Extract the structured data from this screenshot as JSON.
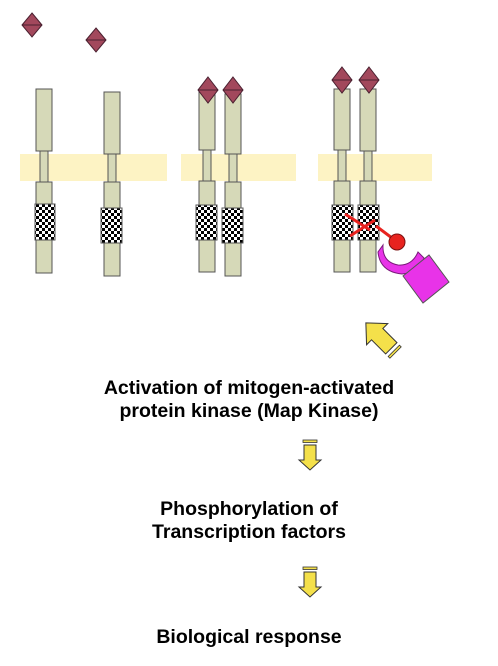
{
  "colors": {
    "receptor_fill": "#d6d9b8",
    "receptor_stroke": "#555555",
    "membrane": "#fdf3c4",
    "ligand_fill": "#a2485c",
    "kinase_domain": "checkerboard black-white",
    "phosphate_link": "#e8231f",
    "adaptor_protein": "#e833e8",
    "arrow_fill": "#f4e04a"
  },
  "icons": {
    "ligand": "diamond",
    "phosphate": "red-circle",
    "adaptor": "magenta-cup",
    "signal_arrow": "yellow-block-arrow"
  },
  "steps": [
    {
      "lines": [
        "Activation of mitogen-activated",
        "protein kinase (Map Kinase)"
      ]
    },
    {
      "lines": [
        "Phosphorylation of",
        "Transcription factors"
      ]
    },
    {
      "lines": [
        "Biological response"
      ]
    }
  ]
}
